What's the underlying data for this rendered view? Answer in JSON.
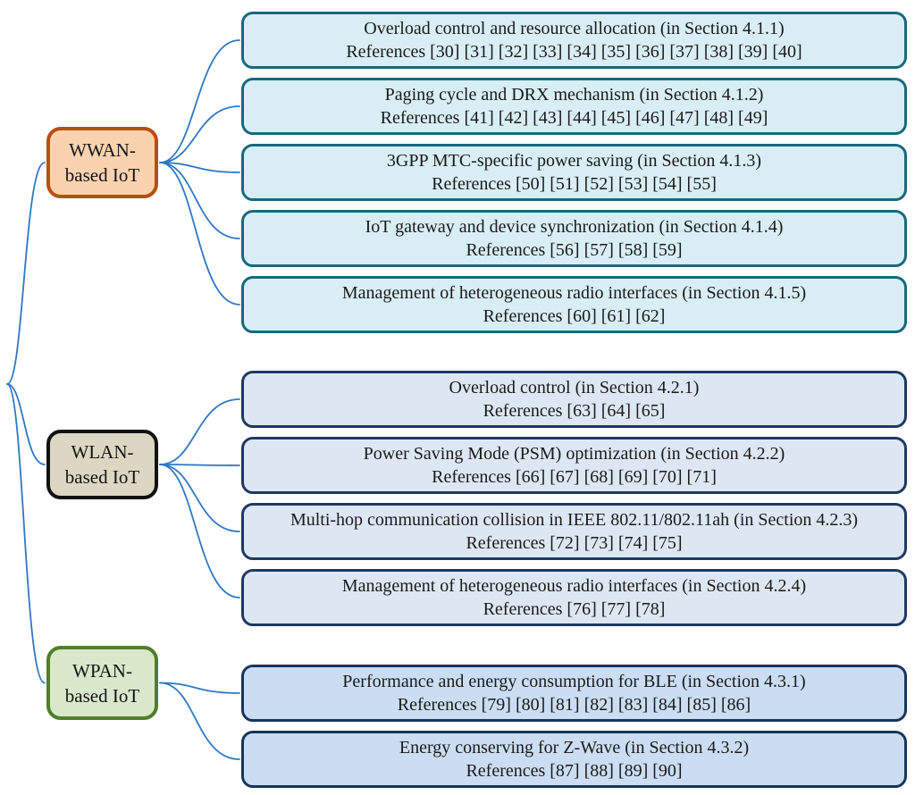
{
  "diagram": {
    "type": "tree-taxonomy",
    "connector_color": "#2e78c4",
    "groups": [
      {
        "id": "wwan",
        "label_line1": "WWAN-",
        "label_line2": "based IoT",
        "node_fill": "#fad2b0",
        "node_border": "#b84e0f",
        "child_fill": "#d8eef4",
        "child_border": "#17687e",
        "children": [
          {
            "title": "Overload control and resource allocation (in Section 4.1.1)",
            "refs": "References [30] [31] [32] [33] [34] [35] [36] [37] [38] [39] [40]"
          },
          {
            "title": "Paging cycle and DRX mechanism (in Section 4.1.2)",
            "refs": "References [41] [42] [43] [44] [45] [46] [47] [48] [49]"
          },
          {
            "title": "3GPP MTC-specific power saving (in Section 4.1.3)",
            "refs": "References [50] [51] [52] [53] [54] [55]"
          },
          {
            "title": "IoT gateway and device synchronization (in Section 4.1.4)",
            "refs": "References [56] [57] [58] [59]"
          },
          {
            "title": "Management of heterogeneous radio interfaces (in Section 4.1.5)",
            "refs": "References [60] [61] [62]"
          }
        ]
      },
      {
        "id": "wlan",
        "label_line1": "WLAN-",
        "label_line2": "based IoT",
        "node_fill": "#dbd7c3",
        "node_border": "#121212",
        "child_fill": "#dde7f3",
        "child_border": "#1f3864",
        "children": [
          {
            "title": "Overload control (in Section 4.2.1)",
            "refs": "References [63] [64] [65]"
          },
          {
            "title": "Power Saving Mode (PSM) optimization (in Section 4.2.2)",
            "refs": "References [66] [67] [68] [69] [70] [71]"
          },
          {
            "title": "Multi-hop communication collision in IEEE 802.11/802.11ah (in Section 4.2.3)",
            "refs": "References [72] [73] [74] [75]"
          },
          {
            "title": "Management of heterogeneous radio interfaces (in Section 4.2.4)",
            "refs": "References [76] [77] [78]"
          }
        ]
      },
      {
        "id": "wpan",
        "label_line1": "WPAN-",
        "label_line2": "based IoT",
        "node_fill": "#d9e8ca",
        "node_border": "#507e2a",
        "child_fill": "#cbddf2",
        "child_border": "#16365c",
        "children": [
          {
            "title": "Performance and energy consumption for BLE (in Section 4.3.1)",
            "refs": "References [79] [80] [81] [82] [83] [84] [85] [86]"
          },
          {
            "title": "Energy conserving for Z-Wave (in Section 4.3.2)",
            "refs": "References [87] [88] [89] [90]"
          }
        ]
      }
    ]
  }
}
